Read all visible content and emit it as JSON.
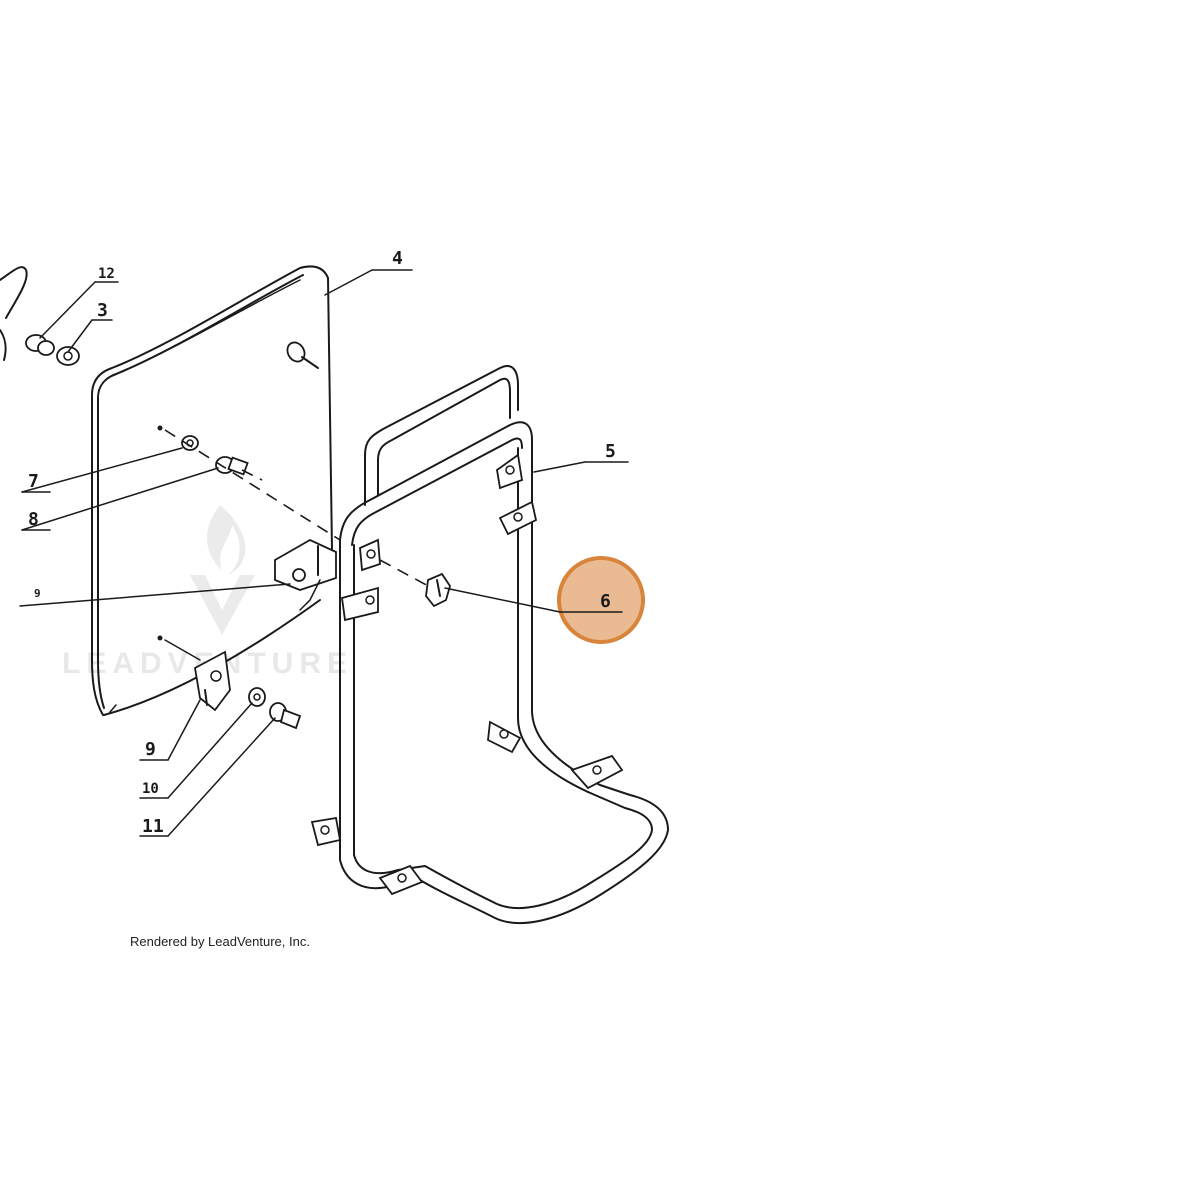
{
  "callouts": {
    "c12": "12",
    "c3": "3",
    "c4": "4",
    "c5": "5",
    "c6": "6",
    "c7": "7",
    "c8": "8",
    "c9a": "9",
    "c9b": "9",
    "c10": "10",
    "c11": "11"
  },
  "highlight": {
    "part": "6",
    "color": "#d8843a"
  },
  "credit": "Rendered by LeadVenture, Inc.",
  "watermark": "LEADVENTURE"
}
